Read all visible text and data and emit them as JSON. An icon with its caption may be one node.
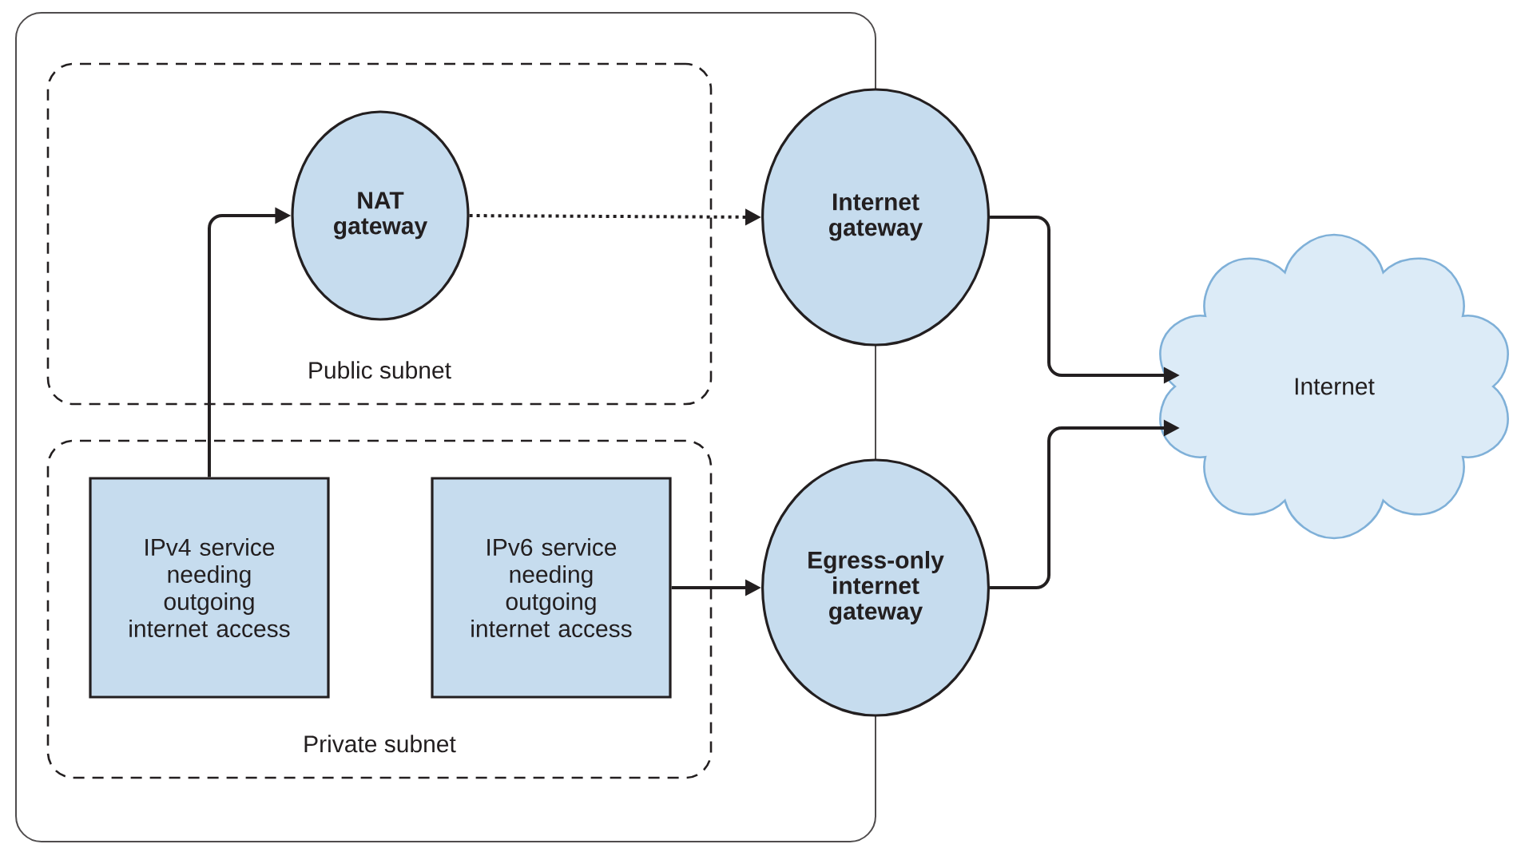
{
  "diagram": {
    "nodes": [
      {
        "text": [],
        "shape": "box"
      },
      {
        "text": [
          "Public subnet"
        ],
        "in": 0
      },
      {
        "text": [
          "NAT gateway"
        ],
        "in": 1
      },
      {
        "text": [
          "Private subnet"
        ],
        "in": 0
      },
      {
        "text": [
          "IPv4 service needing outgoing internet access"
        ],
        "in": 3
      },
      {
        "text": [
          "IPv6 service needing outgoing internet access"
        ],
        "in": 3
      },
      {
        "text": [
          "Internet gateway"
        ]
      },
      {
        "text": [
          "Egress-only internet gateway"
        ]
      },
      {
        "text": [
          "Internet"
        ]
      }
    ],
    "edges": [
      {
        "from": 4,
        "to": 2,
        "arrow": "to"
      },
      {
        "from": 2,
        "to": 6,
        "arrow": "to",
        "style": "dashed"
      },
      {
        "from": 5,
        "to": 7,
        "arrow": "to"
      },
      {
        "from": 6,
        "to": 8,
        "arrow": "to"
      },
      {
        "from": 7,
        "to": 8,
        "arrow": "to"
      }
    ]
  }
}
